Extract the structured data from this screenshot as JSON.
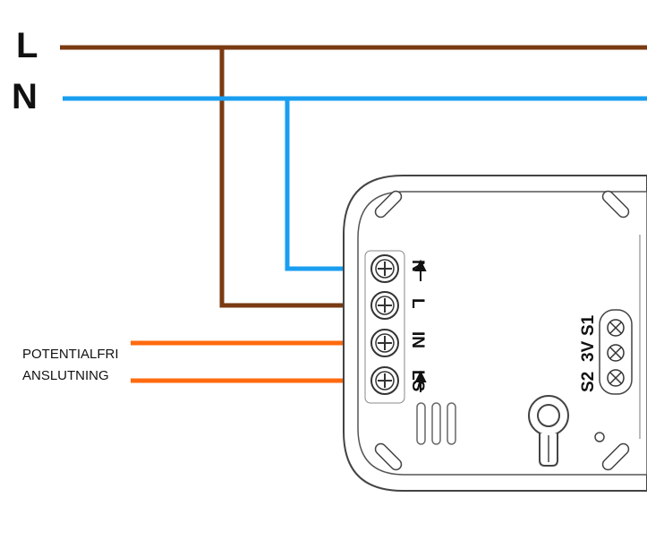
{
  "labels": {
    "line": "L",
    "neutral": "N"
  },
  "note": {
    "line1": "POTENTIALFRI",
    "line2": "ANSLUTNING"
  },
  "terminals": {
    "n": "N",
    "l": "L",
    "in": "IN",
    "ls": "LS"
  },
  "aux_terminals": {
    "s2": "S2",
    "v3": "3V",
    "s1": "S1"
  },
  "colors": {
    "live": "#7a3a12",
    "neutral": "#1a9ef0",
    "potential_free": "#ff6a0f",
    "module_outline": "#333333"
  }
}
